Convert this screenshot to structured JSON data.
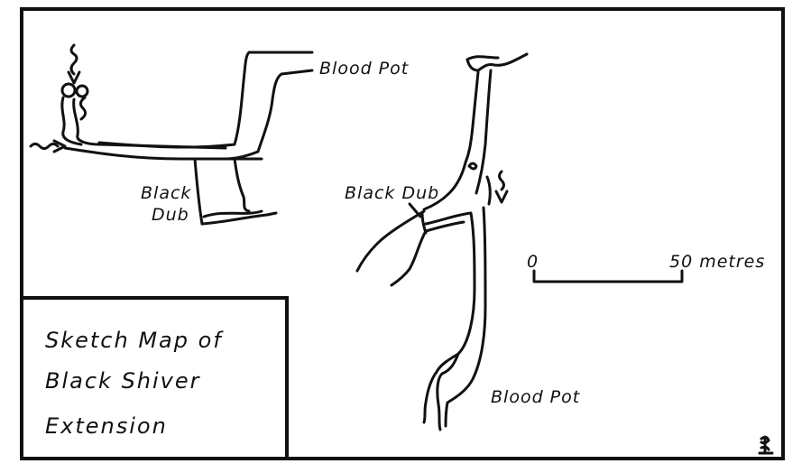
{
  "title": {
    "line1": "Sketch Map of",
    "line2": "Black Shiver",
    "line3": "Extension"
  },
  "labels": {
    "blood_pot_top": "Blood Pot",
    "blood_pot_bottom": "Blood Pot",
    "black_dub_left_line1": "Black",
    "black_dub_left_line2": "Dub",
    "black_dub_right": "Black Dub"
  },
  "scale_bar": {
    "start_label": "0",
    "end_label": "50 metres"
  },
  "colors": {
    "ink": "#111111",
    "paper": "#ffffff"
  }
}
